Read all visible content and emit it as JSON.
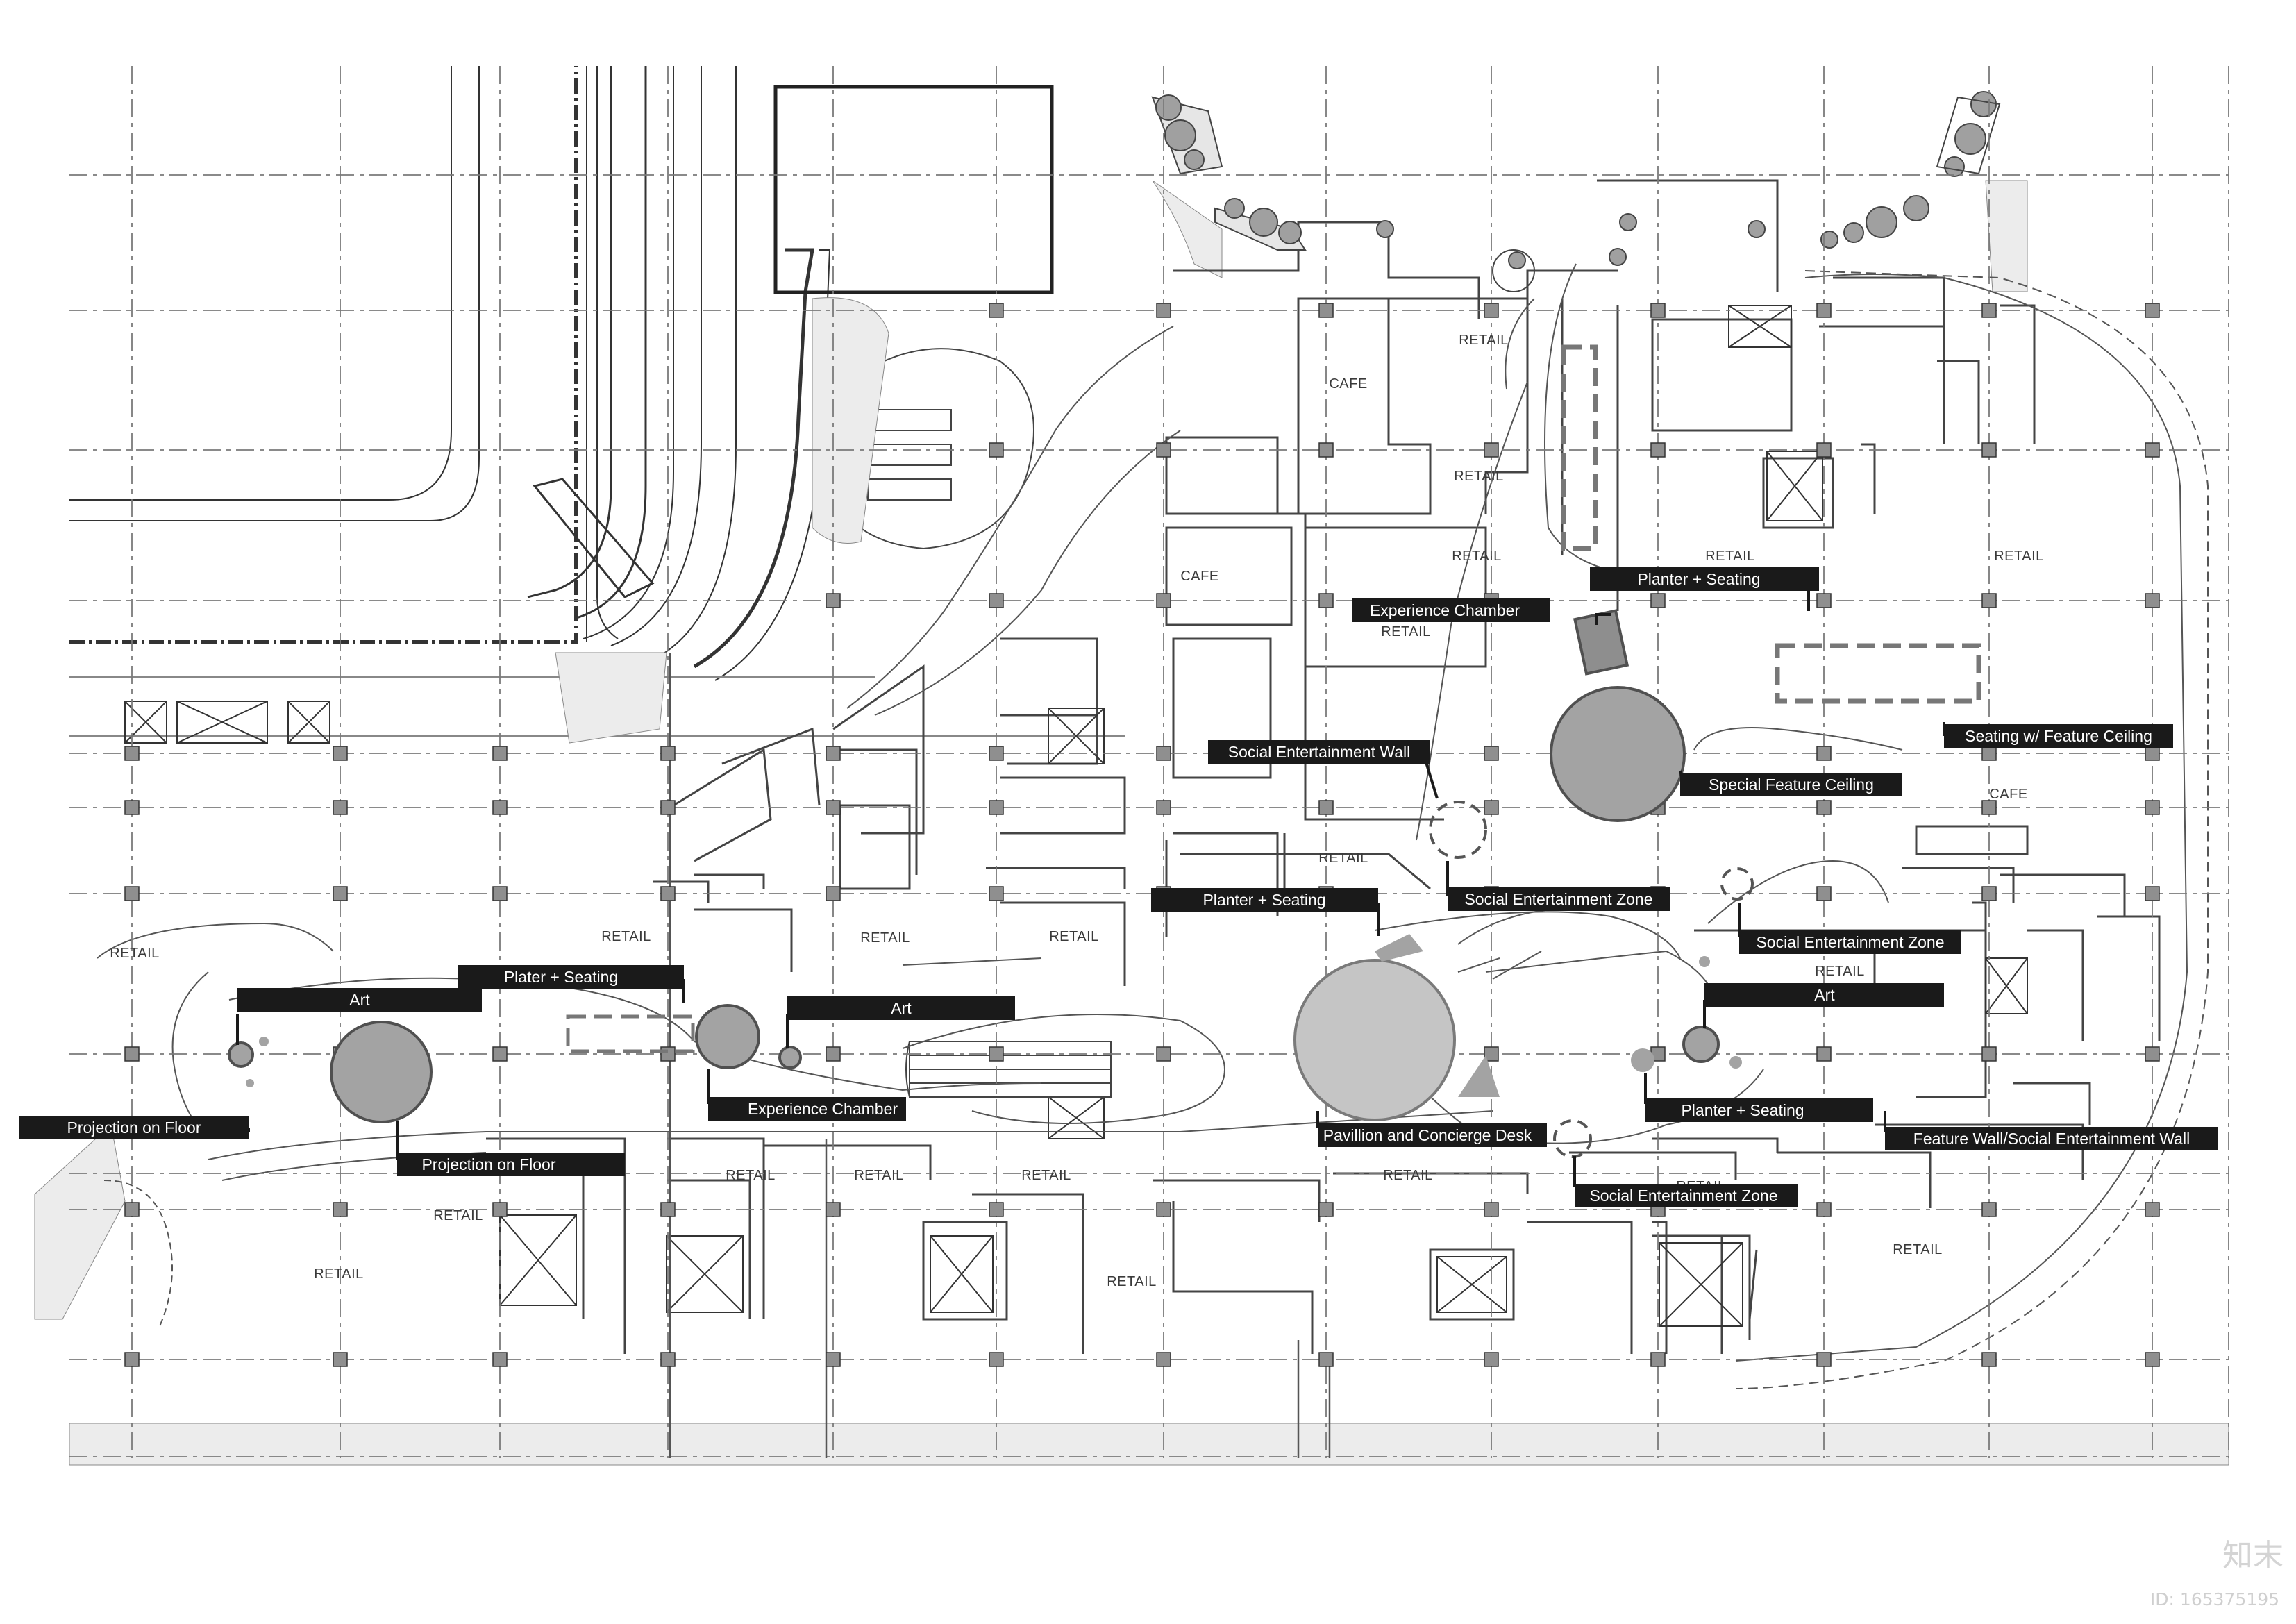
{
  "room_labels": [
    {
      "id": "retail-1",
      "text": "RETAIL"
    },
    {
      "id": "cafe-1",
      "text": "CAFE"
    },
    {
      "id": "retail-2",
      "text": "RETAIL"
    },
    {
      "id": "retail-3",
      "text": "RETAIL"
    },
    {
      "id": "retail-4",
      "text": "RETAIL"
    },
    {
      "id": "retail-5",
      "text": "RETAIL"
    },
    {
      "id": "cafe-2",
      "text": "CAFE"
    },
    {
      "id": "retail-6",
      "text": "RETAIL"
    },
    {
      "id": "cafe-3",
      "text": "CAFE"
    },
    {
      "id": "retail-7",
      "text": "RETAIL"
    },
    {
      "id": "retail-8",
      "text": "RETAIL"
    },
    {
      "id": "retail-9",
      "text": "RETAIL"
    },
    {
      "id": "retail-10",
      "text": "RETAIL"
    },
    {
      "id": "retail-11",
      "text": "RETAIL"
    },
    {
      "id": "retail-12",
      "text": "RETAIL"
    },
    {
      "id": "retail-13",
      "text": "RETAIL"
    },
    {
      "id": "retail-14",
      "text": "RETAIL"
    },
    {
      "id": "retail-15",
      "text": "RETAIL"
    },
    {
      "id": "retail-16",
      "text": "RETAIL"
    },
    {
      "id": "retail-17",
      "text": "RETAIL"
    },
    {
      "id": "retail-18",
      "text": "RETAIL"
    },
    {
      "id": "retail-19",
      "text": "RETAIL"
    },
    {
      "id": "retail-20",
      "text": "RETAIL"
    },
    {
      "id": "retail-21",
      "text": "RETAIL"
    }
  ],
  "callouts": [
    {
      "id": "planter-seating-ne",
      "text": "Planter + Seating"
    },
    {
      "id": "experience-chamber-n",
      "text": "Experience Chamber"
    },
    {
      "id": "seating-feature-ceiling",
      "text": "Seating w/ Feature Ceiling"
    },
    {
      "id": "social-entertainment-wall",
      "text": "Social Entertainment Wall"
    },
    {
      "id": "special-feature-ceiling",
      "text": "Special Feature Ceiling"
    },
    {
      "id": "planter-seating-c",
      "text": "Planter + Seating"
    },
    {
      "id": "social-entertainment-zone-1",
      "text": "Social Entertainment Zone"
    },
    {
      "id": "social-entertainment-zone-2",
      "text": "Social Entertainment Zone"
    },
    {
      "id": "plater-seating",
      "text": "Plater + Seating"
    },
    {
      "id": "art-w",
      "text": "Art"
    },
    {
      "id": "art-c",
      "text": "Art"
    },
    {
      "id": "art-e",
      "text": "Art"
    },
    {
      "id": "projection-floor-1",
      "text": "Projection on Floor"
    },
    {
      "id": "projection-floor-2",
      "text": "Projection on Floor"
    },
    {
      "id": "experience-chamber-s",
      "text": "Experience Chamber"
    },
    {
      "id": "planter-seating-e",
      "text": "Planter + Seating"
    },
    {
      "id": "pavillion-concierge",
      "text": "Pavillion and Concierge Desk"
    },
    {
      "id": "feature-wall",
      "text": "Feature Wall/Social Entertainment Wall"
    },
    {
      "id": "social-entertainment-zone-3",
      "text": "Social Entertainment Zone"
    }
  ],
  "watermark": {
    "brand": "知末",
    "id": "ID: 165375195"
  },
  "colors": {
    "label_bg": "#1a1a1a",
    "label_text": "#ffffff",
    "feature_fill": "#a3a3a3",
    "line": "#333333",
    "grid": "#7a7a7a"
  }
}
